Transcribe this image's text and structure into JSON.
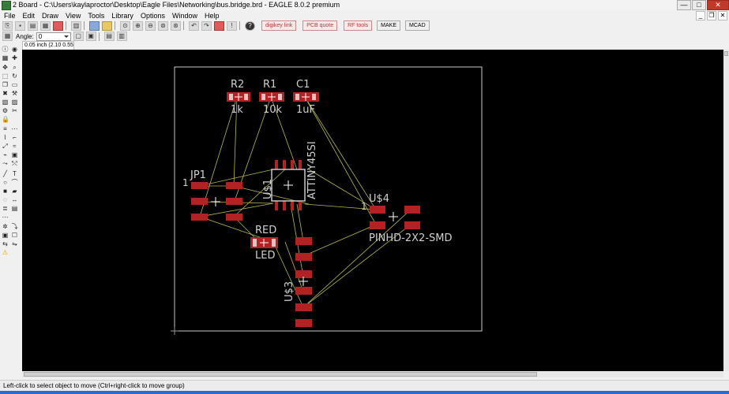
{
  "window": {
    "title": "2 Board - C:\\Users\\kaylaproctor\\Desktop\\Eagle Files\\Networking\\bus.bridge.brd - EAGLE 8.0.2 premium",
    "minimize": "—",
    "maximize": "□",
    "close": "✕"
  },
  "menus": [
    "File",
    "Edit",
    "Draw",
    "View",
    "Tools",
    "Library",
    "Options",
    "Window",
    "Help"
  ],
  "toolbar": {
    "make_label": "MAKE",
    "mcad_label": "MCAD",
    "link_buttons": [
      "digikey link",
      "PCB quote",
      "RF tools"
    ]
  },
  "toolbar2": {
    "angle_label": "Angle:",
    "angle_value": "0"
  },
  "coordinates": "0.05 inch (2.10 0.55)",
  "status": "Left-click to select object to move (Ctrl+right-click to move group)",
  "board": {
    "colors": {
      "background": "#000000",
      "outline": "#c8c8c8",
      "pad": "#b22222",
      "airwire": "#b8b84a",
      "label": "#d0d0d0"
    },
    "components": [
      {
        "name": "R2",
        "value": "1k"
      },
      {
        "name": "R1",
        "value": "10k"
      },
      {
        "name": "C1",
        "value": "1uF"
      },
      {
        "name": "JP1",
        "pin1": "1"
      },
      {
        "name": "U$1",
        "value": "ATTINY45SI"
      },
      {
        "name": "U$4",
        "value": "PINHD-2X2-SMD",
        "pin1": "1"
      },
      {
        "name": "RED",
        "value": "LED"
      },
      {
        "name": "U$3"
      }
    ]
  }
}
